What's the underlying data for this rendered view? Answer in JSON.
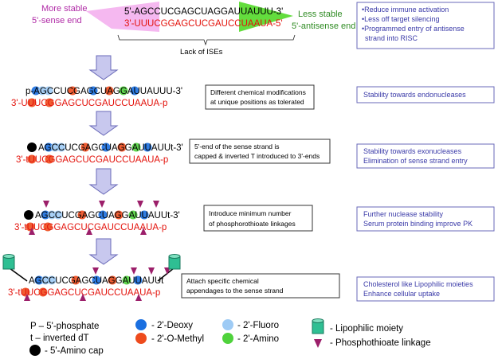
{
  "top": {
    "more_stable": "More stable",
    "sense_end": "5'-sense end",
    "less_stable": "Less stable",
    "antisense_end": "5'-antisense end",
    "sense_strand": "5'-AGCCUCGAGCUAGGAUUAUUU-3'",
    "antisense_strand": "3'-UUUCGGAGCUCGAUCCUAAUA-5'",
    "lack_label": "Lack of ISEs",
    "result_lines": [
      "•Reduce immune activation",
      "•Less off target silencing",
      "•Programmed entry of antisense",
      "strand into RISC"
    ]
  },
  "steps": [
    {
      "sense": "p-AGCCUCGAGCUAGGAUUAUUU-3'",
      "antisense": "3'-UUUCGGAGCUCGAUCCUAAUA-p",
      "note_lines": [
        "Different chemical modifications",
        "at unique positions as tolerated"
      ],
      "result_lines": [
        "Stability towards endonucleases"
      ]
    },
    {
      "sense": "AGCCUCGAGCUAGGAUUAUUt-3'",
      "antisense": "3'-tUUCGGAGCUCGAUCCUAAUA-p",
      "note_lines": [
        "5'-end of the sense strand is",
        "capped & inverted T introduced to 3'-ends"
      ],
      "result_lines": [
        "Stability towards exonucleases",
        "Elimination of sense strand entry"
      ]
    },
    {
      "sense": "AGCCUCGAGCUAGGAUUAUUt-3'",
      "antisense": "3'-tUUCGGAGCUCGAUCCUAAUA-p",
      "note_lines": [
        "Introduce minimum number",
        "of phosphorothioate linkages"
      ],
      "result_lines": [
        "Further nuclease stability",
        "Serum protein binding improve PK"
      ]
    },
    {
      "sense": "AGCCUCGAGCUAGGAUUAUUt",
      "antisense": "3'-tUUCGGAGCUCGAUCCUAAUA-p",
      "note_lines": [
        "Attach specific chemical",
        "appendages to the sense strand"
      ],
      "result_lines": [
        "Cholesterol like Lipophilic moieties",
        "Enhance cellular uptake"
      ]
    }
  ],
  "legend": {
    "phosphate": "P – 5'-phosphate",
    "inverted_dt": "t – inverted dT",
    "amino_cap": "- 5'-Amino cap",
    "deoxy": "- 2'-Deoxy",
    "omethyl": "- 2'-O-Methyl",
    "fluoro": "- 2'-Fluoro",
    "amino": "- 2'-Amino",
    "lipophilic": "- Lipophilic moiety",
    "phosphothioate": "- Phosphothioate linkage"
  },
  "colors": {
    "sense_text": "#000000",
    "antisense_text": "#e3120b",
    "magenta_label": "#b02aa6",
    "green_label": "#2e8b22",
    "result_text": "#3a3aa8",
    "deoxy": "#1a6fe0",
    "omethyl": "#ee4b1d",
    "fluoro": "#9ecbf5",
    "amino": "#4fd23c",
    "lipophilic": "#2fbf93",
    "linkage": "#9c1f6a",
    "arrow_fill": "#c8c8ee",
    "arrow_stroke": "#6a6ab8"
  }
}
